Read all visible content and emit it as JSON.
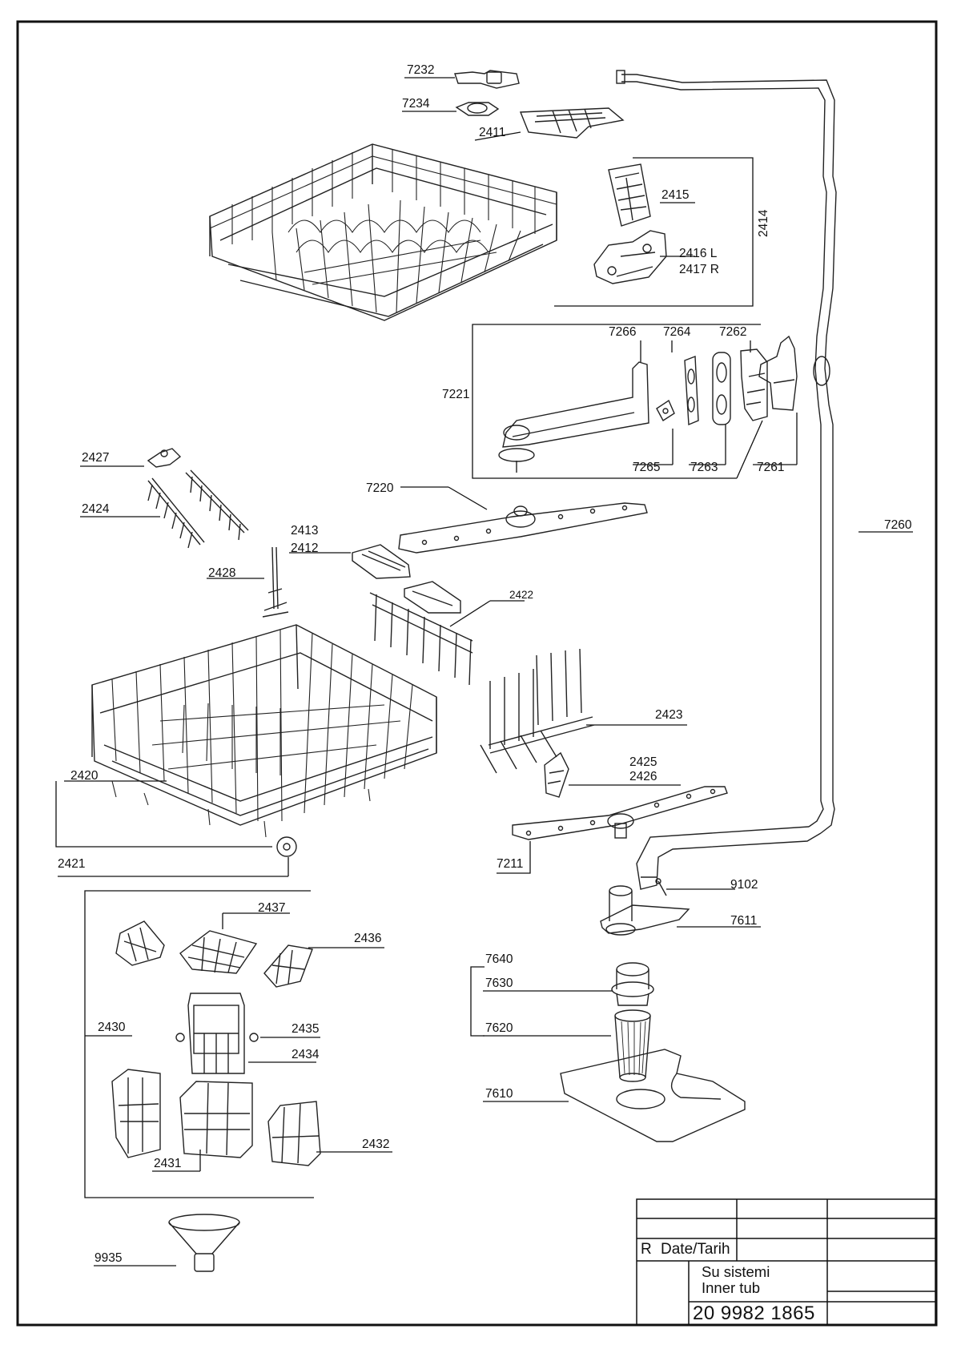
{
  "labels": {
    "p7232": "7232",
    "p7234": "7234",
    "p2411": "2411",
    "p2415": "2415",
    "p2416": "2416 L",
    "p2417": "2417 R",
    "p2414": "2414",
    "p7266": "7266",
    "p7264": "7264",
    "p7262": "7262",
    "p7221": "7221",
    "p7265": "7265",
    "p7263": "7263",
    "p7261": "7261",
    "p2427": "2427",
    "p2424": "2424",
    "p7220": "7220",
    "p2413": "2413",
    "p2412": "2412",
    "p2428": "2428",
    "p2422": "2422",
    "p7260": "7260",
    "p2423": "2423",
    "p2425": "2425",
    "p2426": "2426",
    "p2420": "2420",
    "p2421": "2421",
    "p7211": "7211",
    "p9102": "9102",
    "p7611": "7611",
    "p2437": "2437",
    "p2436": "2436",
    "p7640": "7640",
    "p7630": "7630",
    "p2430": "2430",
    "p2435": "2435",
    "p2434": "2434",
    "p7620": "7620",
    "p7610": "7610",
    "p2432": "2432",
    "p2431": "2431",
    "p9935": "9935"
  },
  "title_block": {
    "rev_label": "R",
    "date_label": "Date/Tarih",
    "description_tr": "Su sistemi",
    "description_en": "Inner tub",
    "drawing_number": "20 9982 1865"
  }
}
